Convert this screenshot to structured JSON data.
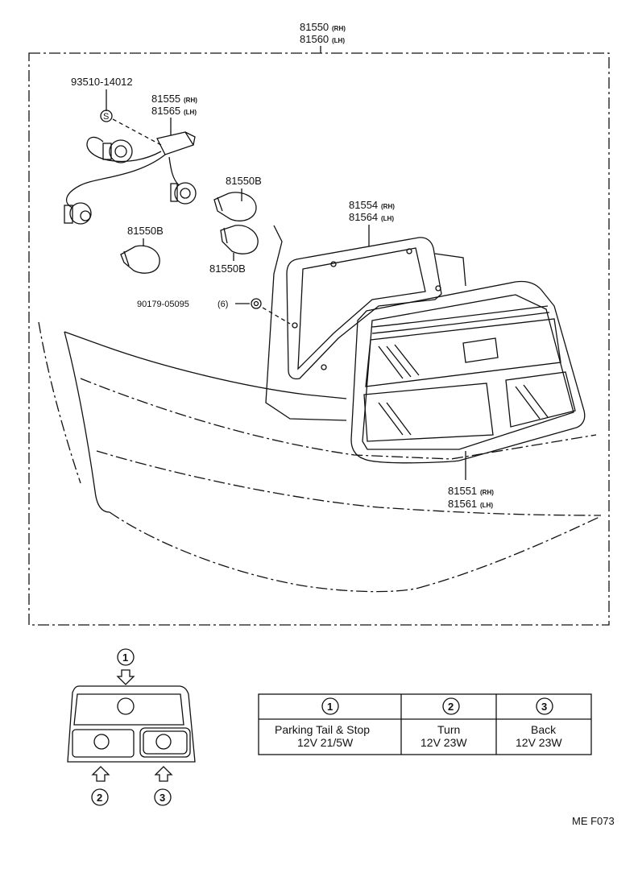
{
  "assembly": {
    "number_rh": "81550",
    "suffix_rh": "(RH)",
    "number_lh": "81560",
    "suffix_lh": "(LH)"
  },
  "parts": {
    "screw": {
      "number": "93510-14012"
    },
    "socket": {
      "number_rh": "81555",
      "suffix_rh": "(RH)",
      "number_lh": "81565",
      "suffix_lh": "(LH)"
    },
    "bulb_a": {
      "number": "81550B"
    },
    "bulb_b": {
      "number": "81550B"
    },
    "bulb_c": {
      "number": "81550B"
    },
    "gasket": {
      "number_rh": "81554",
      "suffix_rh": "(RH)",
      "number_lh": "81564",
      "suffix_lh": "(LH)"
    },
    "nut": {
      "number": "90179-05095",
      "qty": "(6)"
    },
    "lens": {
      "number_rh": "81551",
      "suffix_rh": "(RH)",
      "number_lh": "81561",
      "suffix_lh": "(LH)"
    }
  },
  "screw_mark": "S",
  "callouts": [
    "1",
    "2",
    "3"
  ],
  "bulb_table": [
    {
      "no": "1",
      "name": "Parking Tail & Stop",
      "spec": "12V 21/5W"
    },
    {
      "no": "2",
      "name": "Turn",
      "spec": "12V 23W"
    },
    {
      "no": "3",
      "name": "Back",
      "spec": "12V 23W"
    }
  ],
  "figure_code": "ME F073"
}
